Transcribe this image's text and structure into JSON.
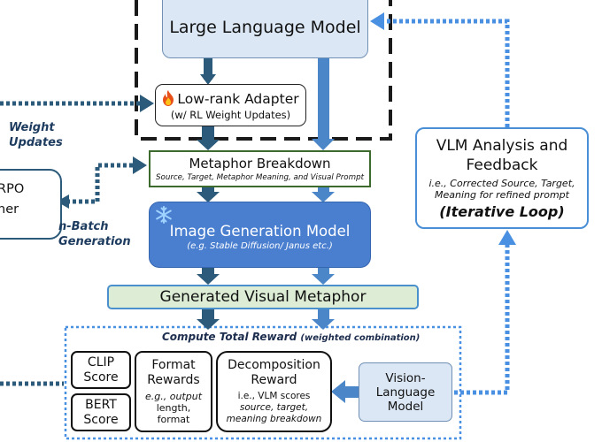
{
  "llm": {
    "label": "Large Language Model"
  },
  "lora": {
    "label": "Low-rank Adapter",
    "sublabel": "(w/ RL Weight Updates)"
  },
  "metaphor_breakdown": {
    "label": "Metaphor Breakdown",
    "sublabel": "Source, Target, Metaphor Meaning, and Visual Prompt"
  },
  "image_gen": {
    "label": "Image Generation Model",
    "sublabel": "(e.g. Stable Diffusion/ Janus etc.)"
  },
  "generated": {
    "label": "Generated Visual Metaphor"
  },
  "reward": {
    "title": "Compute Total Reward",
    "title_note": "(weighted combination)"
  },
  "clip": {
    "line1": "CLIP",
    "line2": "Score"
  },
  "bert": {
    "line1": "BERT",
    "line2": "Score"
  },
  "format": {
    "line1": "Format",
    "line2": "Rewards",
    "sub1": "e.g., output",
    "sub2": "length,",
    "sub3": "format"
  },
  "decomposition": {
    "line1": "Decomposition",
    "line2": "Reward",
    "sub1": "i.e., VLM scores",
    "sub2": "source, target,",
    "sub3": "meaning breakdown"
  },
  "vision_language": {
    "line1": "Vision-",
    "line2": "Language",
    "line3": "Model"
  },
  "feedback": {
    "line1": "VLM Analysis and",
    "line2": "Feedback",
    "sub1": "i.e., Corrected Source, Target,",
    "sub2": "Meaning for refined prompt",
    "loop": "(Iterative Loop)"
  },
  "grpo": {
    "line1": "RPO",
    "line2": "ner"
  },
  "side_labels": {
    "weight1": "Weight",
    "weight2": "Updates",
    "batch1": "n-Batch",
    "batch2": "Generation"
  },
  "colors": {
    "arrow_dark": "#2b5a7a",
    "arrow_blue": "#4a86c8",
    "dotted": "#4a90e2",
    "frame": "#1a1a1a"
  }
}
